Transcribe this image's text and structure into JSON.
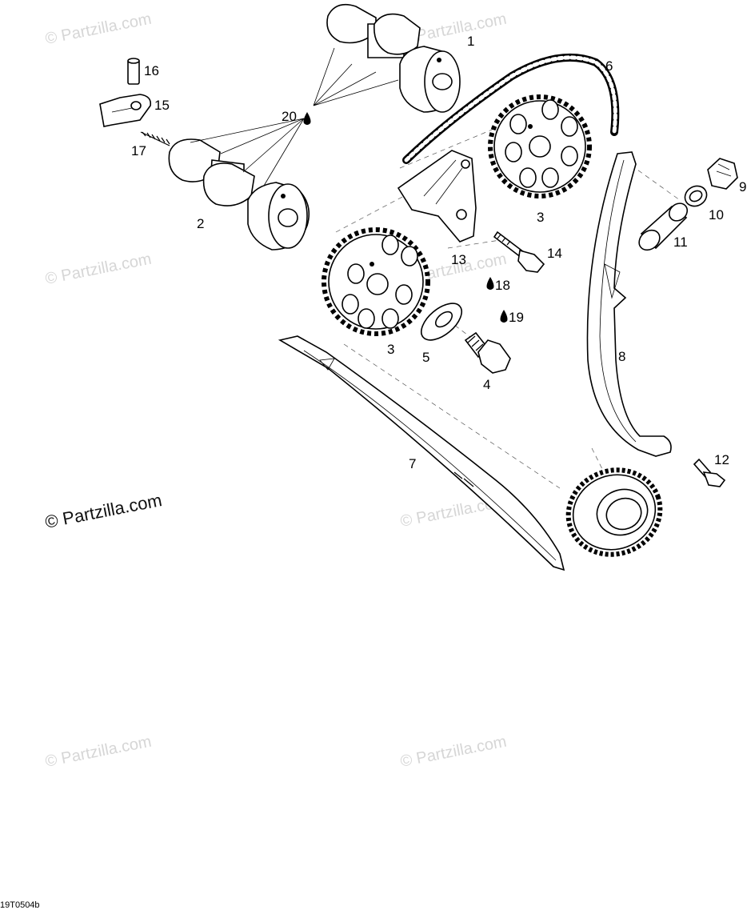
{
  "watermark_text": "© Partzilla.com",
  "reference_code": "19T0504b",
  "oil_drop_icon": "oil-drop-icon",
  "callouts": {
    "c1": "1",
    "c2": "2",
    "c3a": "3",
    "c3b": "3",
    "c4": "4",
    "c5": "5",
    "c6": "6",
    "c7": "7",
    "c8": "8",
    "c9": "9",
    "c10": "10",
    "c11": "11",
    "c12": "12",
    "c13": "13",
    "c14": "14",
    "c15": "15",
    "c16": "16",
    "c17": "17",
    "c18": "18",
    "c19": "19",
    "c20": "20"
  }
}
